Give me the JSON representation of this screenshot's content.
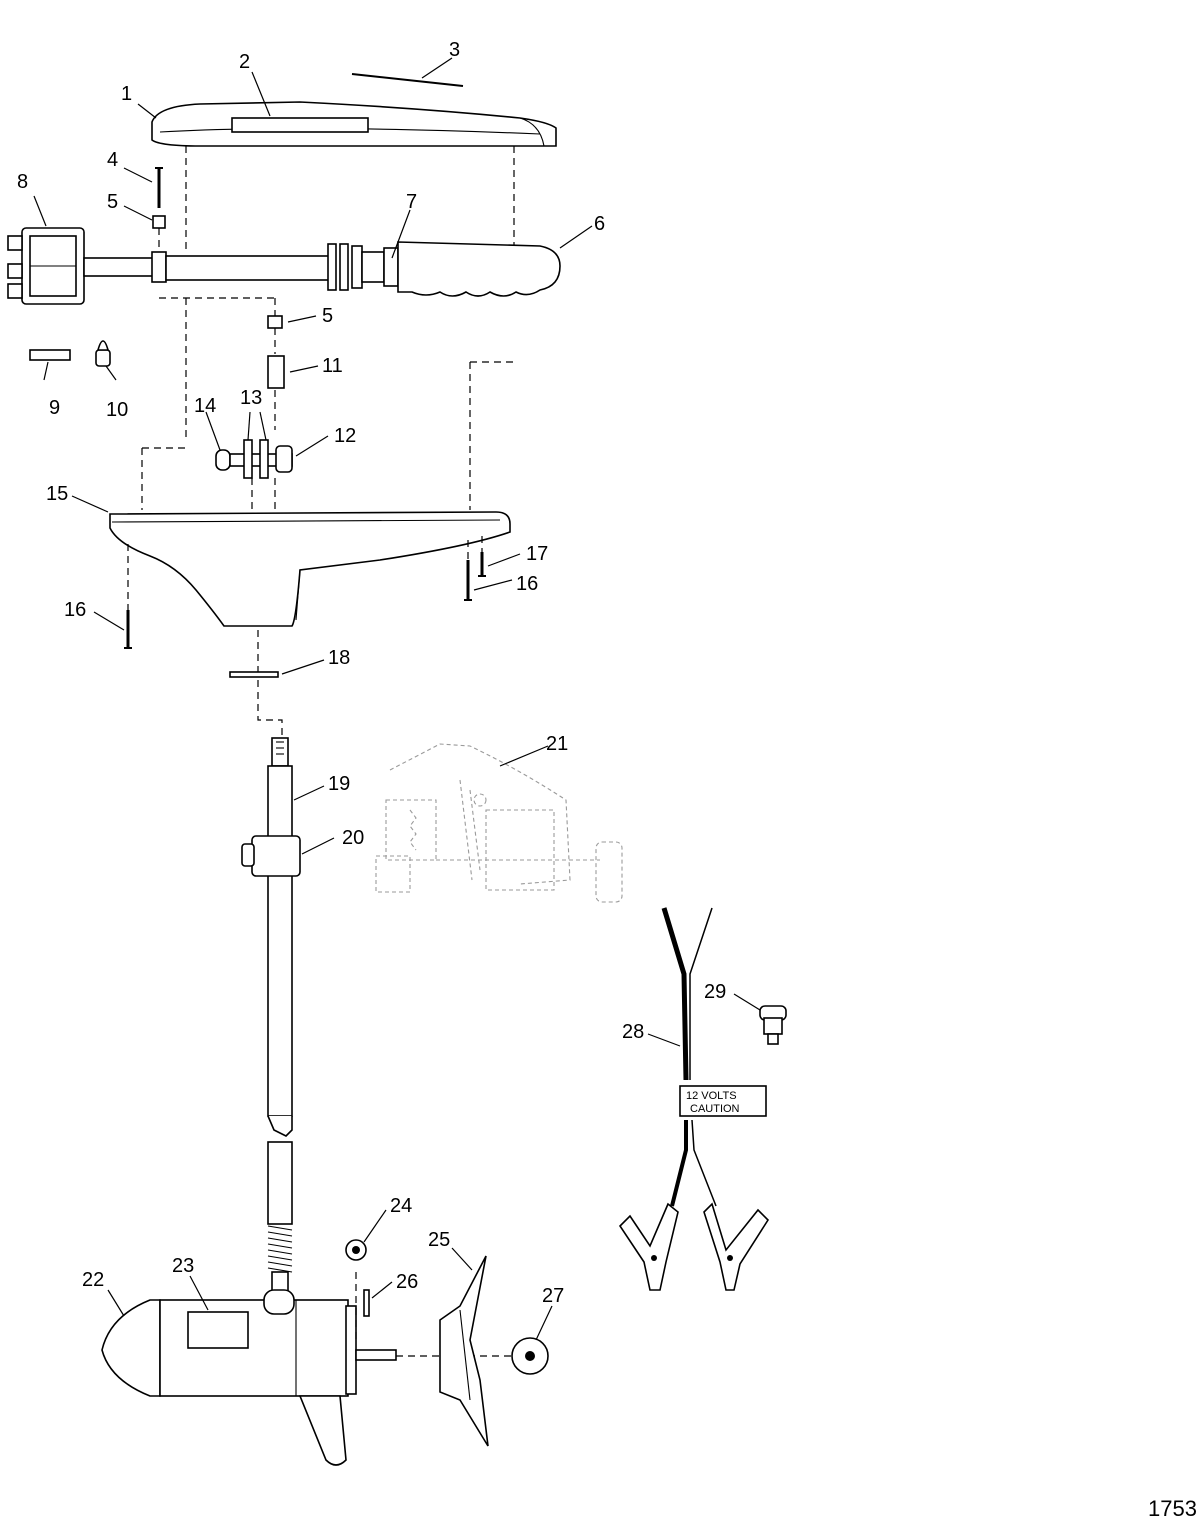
{
  "callouts": {
    "c1": "1",
    "c2": "2",
    "c3": "3",
    "c4": "4",
    "c5a": "5",
    "c5b": "5",
    "c6": "6",
    "c7": "7",
    "c8": "8",
    "c9": "9",
    "c10": "10",
    "c11": "11",
    "c12": "12",
    "c13": "13",
    "c14": "14",
    "c15": "15",
    "c16a": "16",
    "c16b": "16",
    "c17": "17",
    "c18": "18",
    "c19": "19",
    "c20": "20",
    "c21": "21",
    "c22": "22",
    "c23": "23",
    "c24": "24",
    "c25": "25",
    "c26": "26",
    "c27": "27",
    "c28": "28",
    "c29": "29"
  },
  "warning_label": {
    "line1": "12 VOLTS",
    "line2": "CAUTION"
  },
  "figure_number": "1753"
}
